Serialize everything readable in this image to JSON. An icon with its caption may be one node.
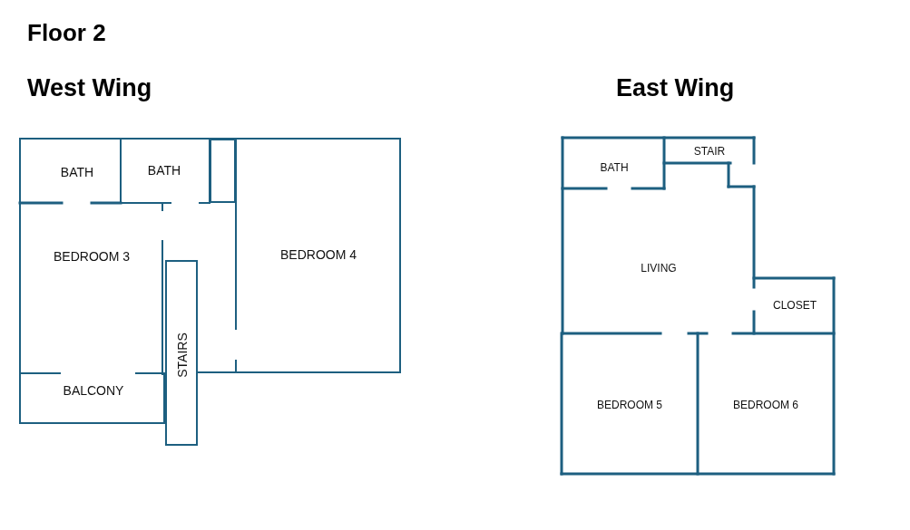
{
  "diagram": {
    "title": "Floor 2",
    "nodes": [
      {
        "text": [
          "BATH"
        ]
      },
      {
        "text": [
          "BATH"
        ]
      },
      {
        "text": [],
        "shape": "box"
      },
      {
        "text": [
          "BEDROOM 4"
        ]
      },
      {
        "text": [
          "BEDROOM 3"
        ]
      },
      {
        "text": [
          "STAIRS"
        ]
      },
      {
        "text": [
          "BALCONY"
        ]
      },
      {
        "text": [
          "BATH"
        ]
      },
      {
        "text": [
          "STAIR"
        ]
      },
      {
        "text": [
          "LIVING"
        ]
      },
      {
        "text": [
          "CLOSET"
        ]
      },
      {
        "text": [
          "BEDROOM 5"
        ]
      },
      {
        "text": [
          "BEDROOM 6"
        ]
      }
    ],
    "labels": [
      "West Wing",
      "East Wing"
    ]
  }
}
